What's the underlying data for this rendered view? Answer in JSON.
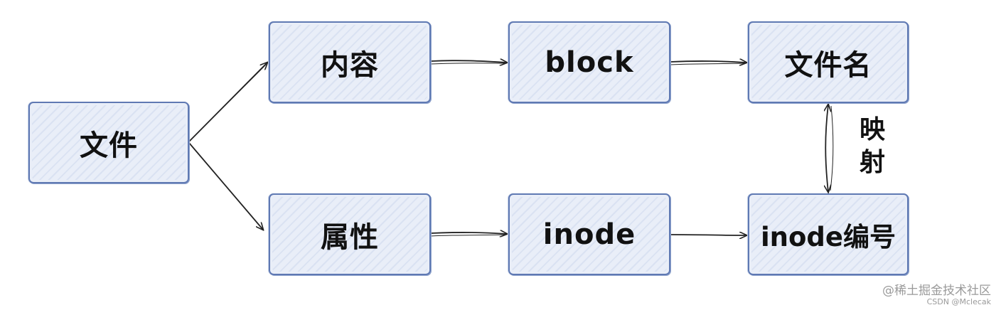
{
  "nodes": {
    "file": "文件",
    "content": "内容",
    "attribute": "属性",
    "block": "block",
    "inode": "inode",
    "filename": "文件名",
    "inode_number": "inode编号"
  },
  "edges": [
    {
      "from": "file",
      "to": "content",
      "style": "arrow"
    },
    {
      "from": "file",
      "to": "attribute",
      "style": "arrow"
    },
    {
      "from": "content",
      "to": "block",
      "style": "arrow"
    },
    {
      "from": "block",
      "to": "filename",
      "style": "arrow"
    },
    {
      "from": "attribute",
      "to": "inode",
      "style": "arrow"
    },
    {
      "from": "inode",
      "to": "inode_number",
      "style": "arrow"
    },
    {
      "from": "filename",
      "to": "inode_number",
      "style": "bidirectional",
      "label": "映射"
    }
  ],
  "mapping_label": "映射",
  "watermark": {
    "line1": "@稀土掘金技术社区",
    "line2": "CSDN @Mclecak"
  },
  "colors": {
    "node_fill": "#e9eef8",
    "node_border": "#5f79b3",
    "arrow": "#222222"
  }
}
